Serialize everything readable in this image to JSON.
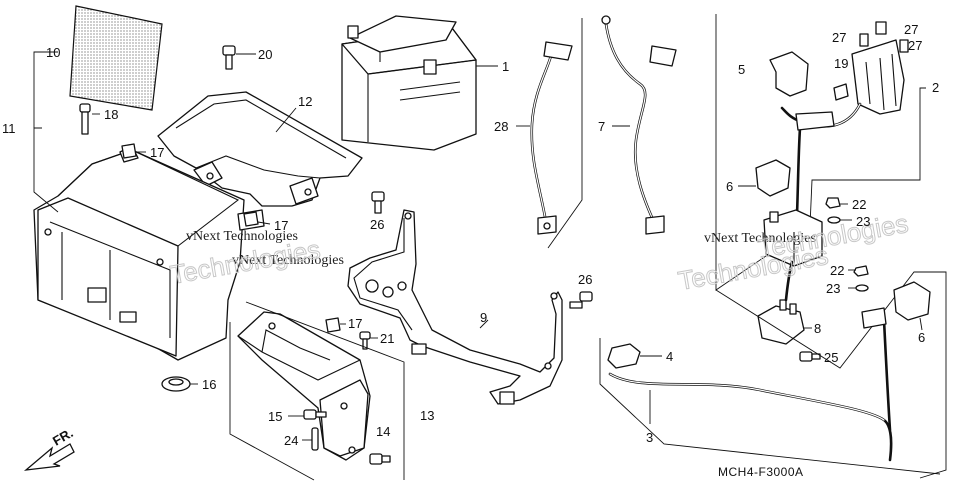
{
  "diagram": {
    "drawing_code": "MCH4-F3000A",
    "front_label": "FR.",
    "watermarks": [
      "vNext Technologies",
      "vNext Technologies",
      "vNext Technologies",
      "Technologies",
      "Technologies",
      "Technologies"
    ],
    "callouts": [
      {
        "id": "1",
        "part": "battery"
      },
      {
        "id": "2",
        "part": "harness-group"
      },
      {
        "id": "3",
        "part": "cable"
      },
      {
        "id": "4",
        "part": "cap"
      },
      {
        "id": "5",
        "part": "cover"
      },
      {
        "id": "6",
        "part": "cover"
      },
      {
        "id": "6",
        "part": "cover"
      },
      {
        "id": "7",
        "part": "cable"
      },
      {
        "id": "8",
        "part": "relay"
      },
      {
        "id": "9",
        "part": "bracket"
      },
      {
        "id": "10",
        "part": "pad"
      },
      {
        "id": "11",
        "part": "box-group"
      },
      {
        "id": "12",
        "part": "tray"
      },
      {
        "id": "13",
        "part": "holder-group"
      },
      {
        "id": "14",
        "part": "bolt"
      },
      {
        "id": "15",
        "part": "bolt"
      },
      {
        "id": "16",
        "part": "grommet"
      },
      {
        "id": "17",
        "part": "clip"
      },
      {
        "id": "17",
        "part": "clip"
      },
      {
        "id": "17",
        "part": "clip"
      },
      {
        "id": "18",
        "part": "bolt"
      },
      {
        "id": "19",
        "part": "fuse-box"
      },
      {
        "id": "20",
        "part": "bolt"
      },
      {
        "id": "21",
        "part": "screw"
      },
      {
        "id": "22",
        "part": "nut"
      },
      {
        "id": "22",
        "part": "nut"
      },
      {
        "id": "23",
        "part": "washer"
      },
      {
        "id": "23",
        "part": "washer"
      },
      {
        "id": "24",
        "part": "pin"
      },
      {
        "id": "25",
        "part": "bolt"
      },
      {
        "id": "26",
        "part": "bolt"
      },
      {
        "id": "26",
        "part": "bolt"
      },
      {
        "id": "27",
        "part": "fuse"
      },
      {
        "id": "27",
        "part": "fuse"
      },
      {
        "id": "27",
        "part": "fuse"
      },
      {
        "id": "28",
        "part": "cable"
      }
    ]
  }
}
